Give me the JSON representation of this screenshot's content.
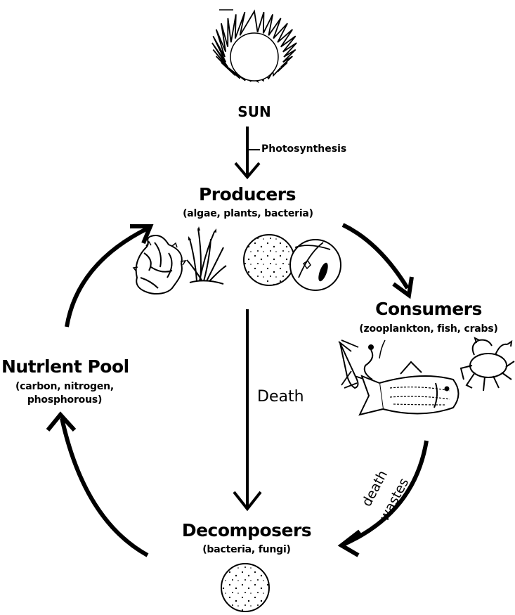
{
  "sun": {
    "label": "SUN",
    "icon": "sun-icon"
  },
  "photosynthesis": {
    "label": "Photosynthesis"
  },
  "producers": {
    "title": "Producers",
    "subtitle": "(algae, plants, bacteria)",
    "icons": [
      "seaweed-icon",
      "grass-plant-icon",
      "bacteria-circle-icon",
      "algae-cell-circle-icon"
    ]
  },
  "consumers": {
    "title": "Consumers",
    "subtitle": "(zooplankton, fish, crabs)",
    "icons": [
      "zooplankton-icon",
      "fish-icon",
      "crab-icon"
    ]
  },
  "nutrient_pool": {
    "title": "Nutrlent Pool",
    "subtitle_line1": "(carbon, nitrogen,",
    "subtitle_line2": "phosphorous)"
  },
  "death_label": "Death",
  "consumer_to_decomposer": {
    "line1": "death",
    "line2": "wastes"
  },
  "decomposers": {
    "title": "Decomposers",
    "subtitle": "(bacteria, fungi)",
    "icons": [
      "microbe-circle-icon"
    ]
  }
}
